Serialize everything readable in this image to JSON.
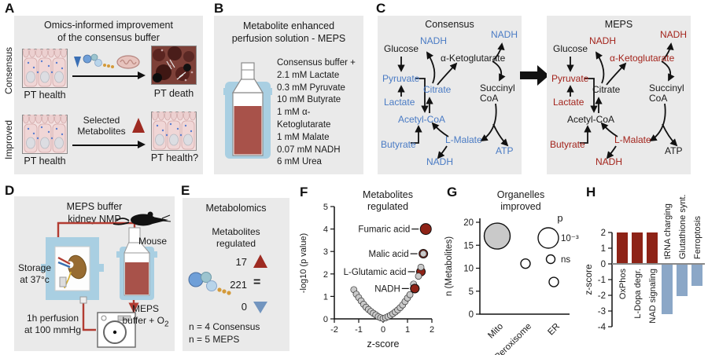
{
  "colors": {
    "panel_bg": "#eaeaea",
    "blue_text": "#4a7bc4",
    "red_text": "#a3241c",
    "black_text": "#1a1a1a",
    "bar_red": "#8e2317",
    "bar_blue": "#8ba7c7",
    "accent_red": "#9e2b22",
    "accent_blue": "#7295bf",
    "container_blue": "#a9cfe2",
    "liquid_red": "#a8524a",
    "tube_red": "#b23c32"
  },
  "panelA": {
    "label": "A",
    "title_line1": "Omics-informed improvement",
    "title_line2": "of the consensus buffer",
    "row1_label": "Consensus",
    "row2_label": "Improved",
    "captions": {
      "row1_left": "PT health",
      "row1_right": "PT death",
      "row2_left": "PT health",
      "row2_right": "PT health?"
    },
    "row2_arrow_line1": "Selected",
    "row2_arrow_line2": "Metabolites"
  },
  "panelB": {
    "label": "B",
    "title_line1": "Metabolite enhanced",
    "title_line2": "perfusion solution - MEPS",
    "ingredients": [
      "Consensus buffer +",
      "2.1 mM Lactate",
      "0.3 mM Pyruvate",
      "10 mM Butyrate",
      "1 mM α-Ketoglutarate",
      "1 mM Malate",
      "0.07 mM NADH",
      "6 mM Urea"
    ]
  },
  "panelC": {
    "label": "C",
    "left_title": "Consensus",
    "right_title": "MEPS",
    "nodes": [
      {
        "id": "glucose",
        "label": "Glucose",
        "consensus": "black",
        "meps": "black"
      },
      {
        "id": "nadh_top",
        "label": "NADH",
        "consensus": "blue",
        "meps": "red"
      },
      {
        "id": "akg",
        "label": "α-Ketoglutarate",
        "consensus": "black",
        "meps": "red"
      },
      {
        "id": "nadh_tr",
        "label": "NADH",
        "consensus": "blue",
        "meps": "red"
      },
      {
        "id": "pyruvate",
        "label": "Pyruvate",
        "consensus": "blue",
        "meps": "red"
      },
      {
        "id": "citrate",
        "label": "Citrate",
        "consensus": "blue",
        "meps": "black"
      },
      {
        "id": "succinyl",
        "label": "Succinyl CoA",
        "consensus": "black",
        "meps": "black"
      },
      {
        "id": "lactate",
        "label": "Lactate",
        "consensus": "blue",
        "meps": "red"
      },
      {
        "id": "acetyl",
        "label": "Acetyl-CoA",
        "consensus": "blue",
        "meps": "black"
      },
      {
        "id": "butyrate",
        "label": "Butyrate",
        "consensus": "blue",
        "meps": "red"
      },
      {
        "id": "lmalate",
        "label": "L-Malate",
        "consensus": "blue",
        "meps": "red"
      },
      {
        "id": "atp",
        "label": "ATP",
        "consensus": "blue",
        "meps": "black"
      },
      {
        "id": "nadh_bot",
        "label": "NADH",
        "consensus": "blue",
        "meps": "red"
      }
    ]
  },
  "panelD": {
    "label": "D",
    "title_line1": "MEPS buffer",
    "title_line2": "kidney NMP",
    "storage_line1": "Storage",
    "storage_line2": "at 37°c",
    "mouse_label": "Mouse",
    "buffer_line1": "MEPS",
    "buffer_line2": "buffer + O",
    "buffer_sub": "2",
    "perfusion_line1": "1h perfusion",
    "perfusion_line2": "at 100 mmHg"
  },
  "panelE": {
    "label": "E",
    "title": "Metabolomics",
    "subtitle_line1": "Metabolites",
    "subtitle_line2": "regulated",
    "up_count": "17",
    "equal_count": "221",
    "equal_symbol": "=",
    "down_count": "0",
    "n_line1": "n = 4 Consensus",
    "n_line2": "n = 5 MEPS"
  },
  "panelF_label": "F",
  "panelG_label": "G",
  "panelH_label": "H",
  "chart_data": [
    {
      "id": "F",
      "type": "scatter",
      "title": "Metabolites regulated",
      "title_lines": [
        "Metabolites",
        "regulated"
      ],
      "xlabel": "z-score",
      "ylabel": "-log10 (p value)",
      "xlim": [
        -2,
        2
      ],
      "ylim": [
        0,
        5
      ],
      "xticks": [
        -2,
        -1,
        0,
        1,
        2
      ],
      "yticks": [
        0,
        1,
        2,
        3,
        4,
        5
      ],
      "highlighted": [
        {
          "label": "Fumaric acid",
          "x": 1.75,
          "y": 4.0
        },
        {
          "label": "Malic acid",
          "x": 1.65,
          "y": 2.9
        },
        {
          "label": "L-Glutamic acid",
          "x": 1.55,
          "y": 2.1
        },
        {
          "label": "NADH",
          "x": 1.3,
          "y": 1.35
        }
      ],
      "background_points": [
        [
          -1.2,
          1.3
        ],
        [
          -1.1,
          1.1
        ],
        [
          -1.0,
          0.95
        ],
        [
          -0.9,
          0.8
        ],
        [
          -0.8,
          0.65
        ],
        [
          -0.7,
          0.52
        ],
        [
          -0.6,
          0.42
        ],
        [
          -0.5,
          0.33
        ],
        [
          -0.4,
          0.25
        ],
        [
          -0.3,
          0.18
        ],
        [
          -0.2,
          0.1
        ],
        [
          -0.1,
          0.05
        ],
        [
          0,
          0.02
        ],
        [
          0.1,
          0.05
        ],
        [
          0.2,
          0.1
        ],
        [
          0.3,
          0.16
        ],
        [
          0.4,
          0.23
        ],
        [
          0.5,
          0.31
        ],
        [
          0.6,
          0.4
        ],
        [
          0.7,
          0.5
        ],
        [
          0.8,
          0.62
        ],
        [
          0.9,
          0.77
        ],
        [
          1.0,
          0.93
        ],
        [
          1.1,
          1.08
        ],
        [
          1.25,
          1.55
        ],
        [
          1.45,
          1.9
        ],
        [
          1.55,
          2.3
        ],
        [
          1.65,
          2.9
        ]
      ],
      "point_color_significant": "#8e2317",
      "point_color_ns": "#c9c9c9"
    },
    {
      "id": "G",
      "type": "bubble",
      "title": "Organelles improved",
      "title_lines": [
        "Organelles",
        "improved"
      ],
      "ylabel": "n (Metabolites)",
      "ylim": [
        0,
        20
      ],
      "yticks": [
        0,
        5,
        10,
        15,
        20
      ],
      "categories": [
        "Mito",
        "Peroxisome",
        "ER"
      ],
      "values": [
        17,
        11,
        7
      ],
      "significant": [
        true,
        false,
        false
      ],
      "legend_title": "p",
      "legend_big": "10⁻³",
      "legend_small": "ns"
    },
    {
      "id": "H",
      "type": "bar",
      "ylabel": "z-score",
      "ylim": [
        -4,
        2
      ],
      "yticks": [
        2,
        1,
        0,
        -1,
        -2,
        -3,
        -4
      ],
      "categories": [
        "OxPhos",
        "L-Dopa degr.",
        "NAD signaling",
        "tRNA charging",
        "Glutathione synt.",
        "Ferroptosis"
      ],
      "values": [
        2,
        2,
        2,
        -3.2,
        -2.05,
        -1.4
      ],
      "positive_color": "#8e2317",
      "negative_color": "#8ba7c7"
    }
  ]
}
